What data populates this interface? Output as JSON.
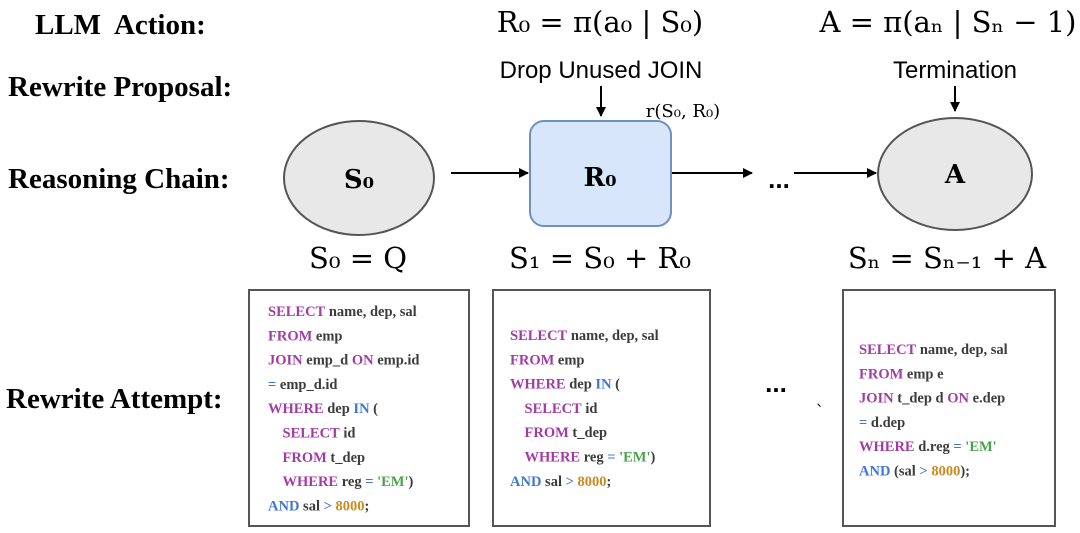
{
  "row_labels": {
    "llm_action": "LLM  Action:",
    "rewrite_proposal": "Rewrite Proposal:",
    "reasoning_chain": "Reasoning Chain:",
    "rewrite_attempt": "Rewrite Attempt:"
  },
  "actions": {
    "first": "R₀ = π(a₀ | S₀)",
    "last": "A = π(aₙ | Sₙ − 1)"
  },
  "proposals": {
    "first": "Drop Unused JOIN",
    "last": "Termination"
  },
  "reward_label": "r(S₀, R₀)",
  "nodes": {
    "s0": "S₀",
    "r0": "R₀",
    "a": "A"
  },
  "chain_ellipsis": "...",
  "states": {
    "s0": "S₀ = Q",
    "s1": "S₁ = S₀ + R₀",
    "sn": "Sₙ = Sₙ₋₁ + A"
  },
  "attempt_ellipsis": "...",
  "stray_mark": "`",
  "code_blocks": [
    [
      [
        {
          "t": "SELECT",
          "c": "keyword"
        },
        {
          "t": " name, dep, sal",
          "c": "text"
        }
      ],
      [
        {
          "t": "FROM",
          "c": "keyword"
        },
        {
          "t": " emp",
          "c": "text"
        }
      ],
      [
        {
          "t": "JOIN",
          "c": "keyword"
        },
        {
          "t": " emp_d ",
          "c": "text"
        },
        {
          "t": "ON",
          "c": "keyword"
        },
        {
          "t": " emp.id",
          "c": "text"
        }
      ],
      [
        {
          "t": "=",
          "c": "op"
        },
        {
          "t": " emp_d.id",
          "c": "text"
        }
      ],
      [
        {
          "t": "WHERE",
          "c": "keyword"
        },
        {
          "t": " dep ",
          "c": "text"
        },
        {
          "t": "IN",
          "c": "op"
        },
        {
          "t": " (",
          "c": "text"
        }
      ],
      [
        {
          "t": "    SELECT",
          "c": "keyword"
        },
        {
          "t": " id",
          "c": "text"
        }
      ],
      [
        {
          "t": "    FROM",
          "c": "keyword"
        },
        {
          "t": " t_dep",
          "c": "text"
        }
      ],
      [
        {
          "t": "    WHERE",
          "c": "keyword"
        },
        {
          "t": " reg ",
          "c": "text"
        },
        {
          "t": "=",
          "c": "op"
        },
        {
          "t": " 'EM'",
          "c": "string"
        },
        {
          "t": ")",
          "c": "text"
        }
      ],
      [
        {
          "t": "AND",
          "c": "op"
        },
        {
          "t": " sal ",
          "c": "text"
        },
        {
          "t": ">",
          "c": "op"
        },
        {
          "t": " 8000",
          "c": "number"
        },
        {
          "t": ";",
          "c": "text"
        }
      ]
    ],
    [
      [
        {
          "t": "SELECT",
          "c": "keyword"
        },
        {
          "t": " name, dep, sal",
          "c": "text"
        }
      ],
      [
        {
          "t": "FROM",
          "c": "keyword"
        },
        {
          "t": " emp",
          "c": "text"
        }
      ],
      [
        {
          "t": "WHERE",
          "c": "keyword"
        },
        {
          "t": " dep ",
          "c": "text"
        },
        {
          "t": "IN",
          "c": "op"
        },
        {
          "t": " (",
          "c": "text"
        }
      ],
      [
        {
          "t": "    SELECT",
          "c": "keyword"
        },
        {
          "t": " id",
          "c": "text"
        }
      ],
      [
        {
          "t": "    FROM",
          "c": "keyword"
        },
        {
          "t": " t_dep",
          "c": "text"
        }
      ],
      [
        {
          "t": "    WHERE",
          "c": "keyword"
        },
        {
          "t": " reg ",
          "c": "text"
        },
        {
          "t": "=",
          "c": "op"
        },
        {
          "t": " 'EM'",
          "c": "string"
        },
        {
          "t": ")",
          "c": "text"
        }
      ],
      [
        {
          "t": "AND",
          "c": "op"
        },
        {
          "t": " sal ",
          "c": "text"
        },
        {
          "t": ">",
          "c": "op"
        },
        {
          "t": " 8000",
          "c": "number"
        },
        {
          "t": ";",
          "c": "text"
        }
      ]
    ],
    [
      [
        {
          "t": "SELECT",
          "c": "keyword"
        },
        {
          "t": " name, dep, sal",
          "c": "text"
        }
      ],
      [
        {
          "t": "FROM",
          "c": "keyword"
        },
        {
          "t": " emp e",
          "c": "text"
        }
      ],
      [
        {
          "t": "JOIN",
          "c": "keyword"
        },
        {
          "t": " t_dep d ",
          "c": "text"
        },
        {
          "t": "ON",
          "c": "keyword"
        },
        {
          "t": " e.dep",
          "c": "text"
        }
      ],
      [
        {
          "t": "=",
          "c": "op"
        },
        {
          "t": " d.dep",
          "c": "text"
        }
      ],
      [
        {
          "t": "WHERE",
          "c": "keyword"
        },
        {
          "t": " d.reg ",
          "c": "text"
        },
        {
          "t": "=",
          "c": "op"
        },
        {
          "t": " 'EM'",
          "c": "string"
        }
      ],
      [
        {
          "t": "AND",
          "c": "op"
        },
        {
          "t": " (sal ",
          "c": "text"
        },
        {
          "t": ">",
          "c": "op"
        },
        {
          "t": " 8000",
          "c": "number"
        },
        {
          "t": ");",
          "c": "text"
        }
      ]
    ]
  ],
  "colors": {
    "keyword": "#A23BA7",
    "operator": "#3F77D6",
    "text": "#3c3c3c",
    "number": "#C98A1E",
    "string": "#4AA34A",
    "state_node_fill": "#E8E8E8",
    "proposal_node_fill": "#D7E6FA",
    "proposal_node_stroke": "#7090C0",
    "box_stroke": "#555555"
  }
}
